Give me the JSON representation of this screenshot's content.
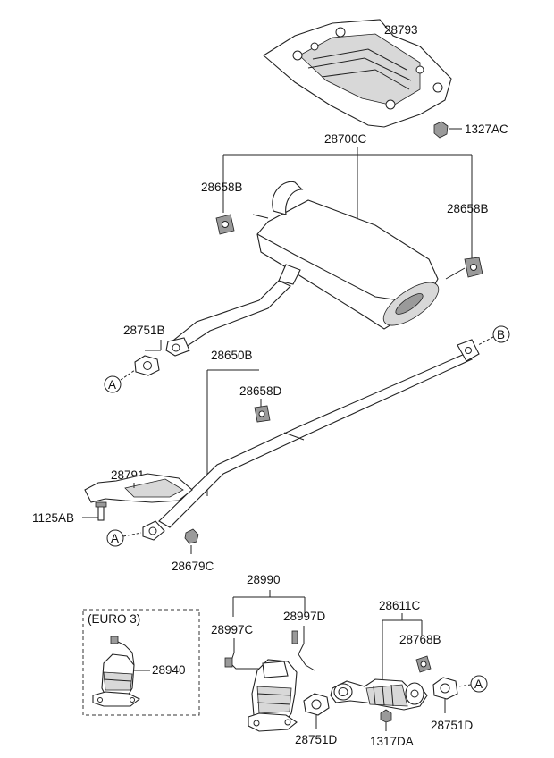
{
  "diagram": {
    "labels": {
      "p28793": "28793",
      "p1327AC": "1327AC",
      "p28700C": "28700C",
      "p28658B_left": "28658B",
      "p28658B_right": "28658B",
      "p28751B": "28751B",
      "p28650B": "28650B",
      "p28658D": "28658D",
      "p28791": "28791",
      "p1125AB": "1125AB",
      "p28679C": "28679C",
      "p28990": "28990",
      "p28997C": "28997C",
      "p28997D": "28997D",
      "p28611C": "28611C",
      "p28768B": "28768B",
      "euro3": "(EURO 3)",
      "p28940": "28940",
      "p28751D_left": "28751D",
      "p1317DA": "1317DA",
      "p28751D_right": "28751D"
    },
    "markers": {
      "A1": "A",
      "B": "B",
      "A2": "A",
      "A3": "A"
    }
  }
}
